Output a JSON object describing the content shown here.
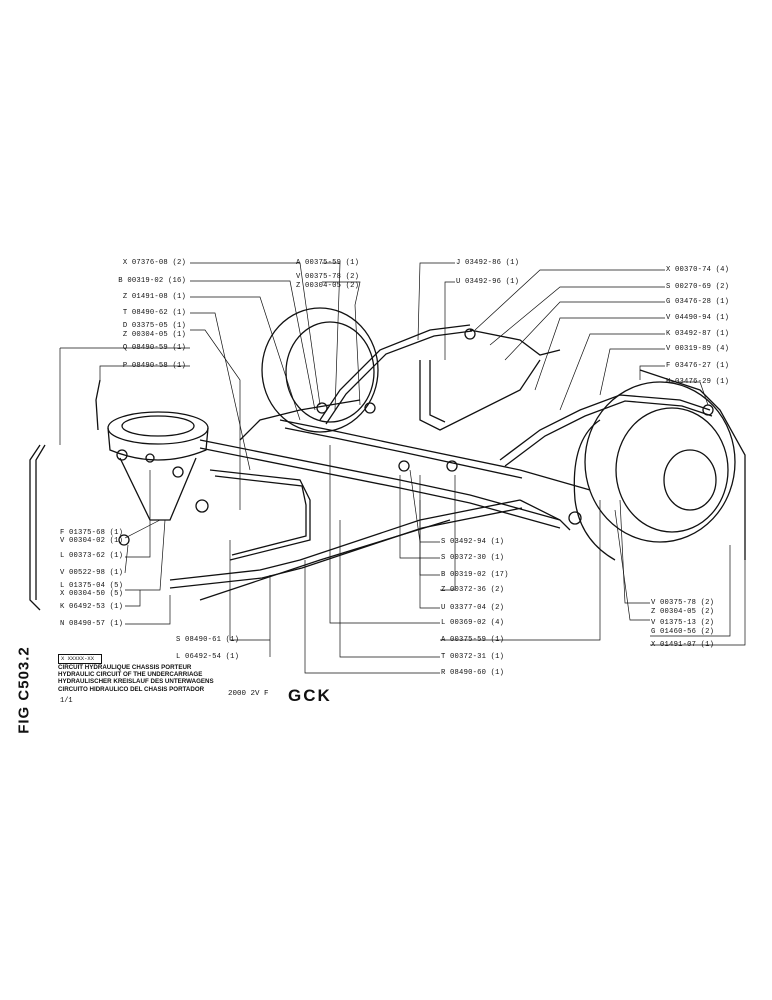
{
  "sheet_code": "FIG C503.2",
  "reference_box": "X XXXXX-XX",
  "title_lines": [
    "CIRCUIT HYDRAULIQUE CHASSIS PORTEUR",
    "HYDRAULIC CIRCUIT OF THE UNDERCARRIAGE",
    "HYDRAULISCHER KREISLAUF DES UNTERWAGENS",
    "CIRCUITO HIDRAULICO DEL CHASIS PORTADOR"
  ],
  "scale": "1/1",
  "model": "2000 2V F",
  "machine": "GCK",
  "labels_left": [
    "X 07376-08 (2)",
    "B 00319-02 (16)",
    "Z 01491-08 (1)",
    "T 08490-62 (1)",
    "D 03375-05 (1)",
    "Z 00304-05 (1)",
    "Q 08490-59 (1)",
    "P 08490-58 (1)"
  ],
  "labels_top_center": [
    "A 00375-59 (1)",
    "V 00375-78 (2)",
    "Z 00304-05 (2)"
  ],
  "labels_top_right_col": [
    "J 03492-86 (1)",
    "U 03492-96 (1)"
  ],
  "labels_right": [
    "X 00370-74 (4)",
    "S 00270-69 (2)",
    "G 03476-28 (1)",
    "V 04490-94 (1)",
    "K 03492-87 (1)",
    "V 00319-89 (4)",
    "F 03476-27 (1)",
    "H 03476-29 (1)"
  ],
  "labels_bottom_left": [
    "F 01375-68 (1)",
    "V 00304-02 (1)",
    "L 00373-62 (1)",
    "V 00522-98 (1)",
    "L 01375-04 (5)",
    "X 00304-50 (5)",
    "K 06492-53 (1)",
    "N 08490-57 (1)"
  ],
  "labels_bottom_center": [
    "S 03492-94 (1)",
    "S 00372-30 (1)",
    "B 00319-02 (17)",
    "Z 00372-36 (2)",
    "U 03377-04 (2)",
    "L 00369-02 (4)",
    "A 00375-59 (1)",
    "T 00372-31 (1)",
    "R 08490-60 (1)",
    "S 08490-61 (1)",
    "L 06492-54 (1)"
  ],
  "labels_bottom_right": [
    "V 00375-78 (2)",
    "Z 00304-05 (2)",
    "V 01375-13 (2)",
    "G 01460-56 (2)",
    "X 01491-07 (1)"
  ]
}
